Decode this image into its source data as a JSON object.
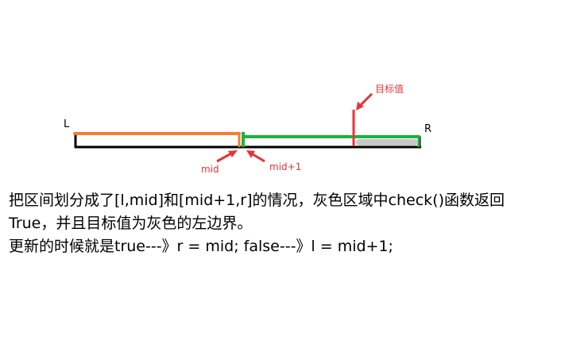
{
  "labels": {
    "left": "L",
    "right": "R",
    "target": "目标值",
    "mid": "mid",
    "mid_plus_1": "mid+1"
  },
  "caption": {
    "line1": "把区间划分成了[l,mid]和[mid+1,r]的情况，灰色区域中check()函数返回",
    "line2": "True，并且目标值为灰色的左边界。",
    "line3": "更新的时候就是true---》r = mid;  false---》l = mid+1;"
  },
  "colors": {
    "base_line": "#000000",
    "left_segment": "#f07f2e",
    "right_segment": "#1fb141",
    "gray_region": "#c8c8c8",
    "annotation": "#e8333a",
    "text": "#000000"
  }
}
